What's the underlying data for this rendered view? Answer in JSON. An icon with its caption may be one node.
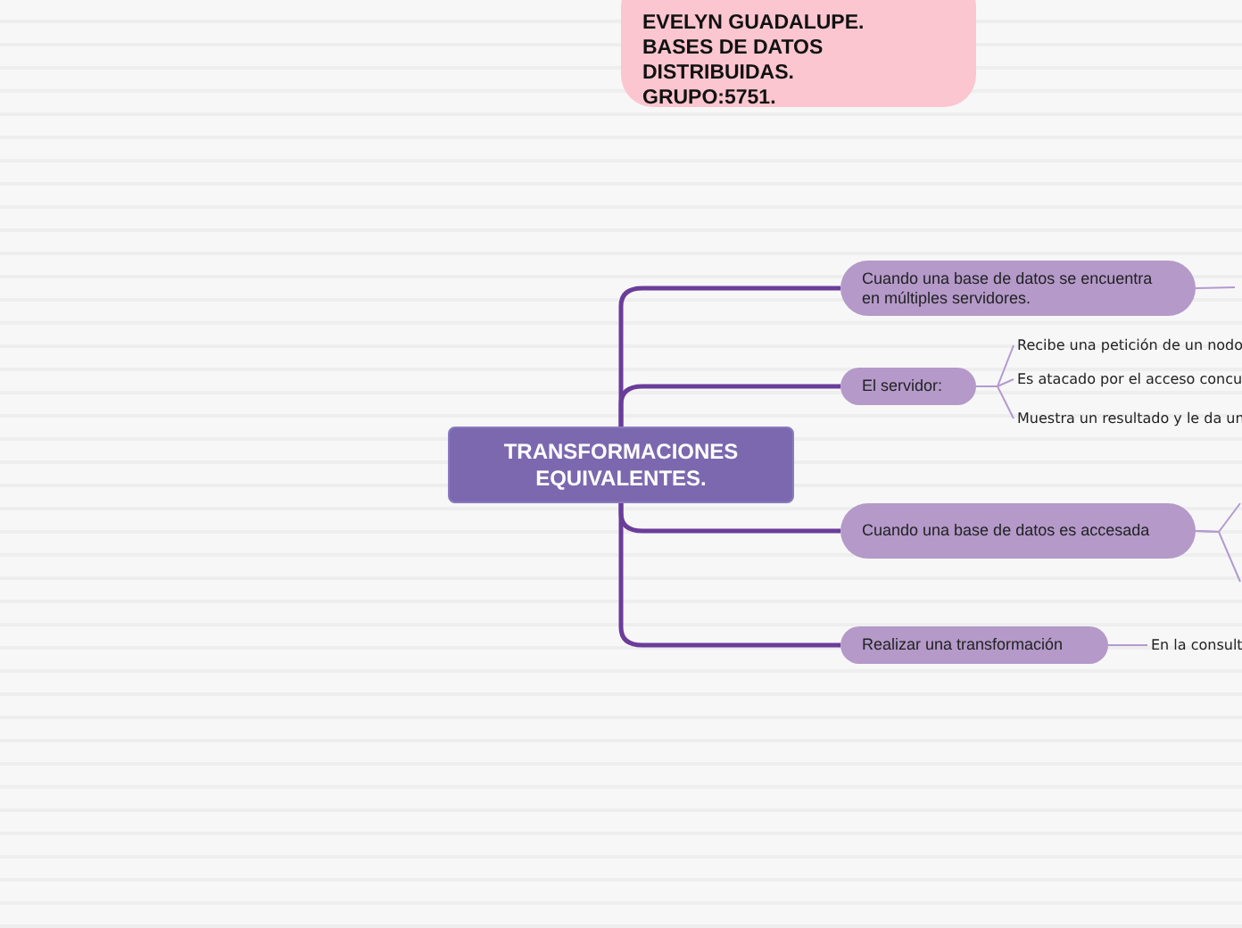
{
  "diagram": {
    "nodes": [
      {
        "text": [
          "EVELYN GUADALUPE. BASES DE DATOS DISTRIBUIDAS. GRUPO:5751."
        ]
      },
      {
        "text": [
          "TRANSFORMACIONES EQUIVALENTES."
        ]
      },
      {
        "text": [
          "Cuando una base de datos se encuentra en múltiples servidores."
        ]
      },
      {
        "text": [
          "El servidor:"
        ]
      },
      {
        "text": [
          "Cuando una base de datos es accesada"
        ]
      },
      {
        "text": [
          "Realizar una transformación"
        ]
      },
      {
        "text": [
          "Recibe una petición de un nodo"
        ]
      },
      {
        "text": [
          "Es atacado por el acceso concu"
        ]
      },
      {
        "text": [
          "Muestra un resultado y le da un"
        ]
      },
      {
        "text": [
          "En la consult"
        ]
      }
    ],
    "edges": [
      {
        "from": 1,
        "to": 2,
        "arrow": "none",
        "style": "thick",
        "color": "#6a3d9a"
      },
      {
        "from": 1,
        "to": 3,
        "arrow": "none",
        "style": "thick",
        "color": "#6a3d9a"
      },
      {
        "from": 1,
        "to": 4,
        "arrow": "none",
        "style": "thick",
        "color": "#6a3d9a"
      },
      {
        "from": 1,
        "to": 5,
        "arrow": "none",
        "style": "thick",
        "color": "#6a3d9a"
      },
      {
        "from": 3,
        "to": 6,
        "arrow": "none"
      },
      {
        "from": 3,
        "to": 7,
        "arrow": "none"
      },
      {
        "from": 3,
        "to": 8,
        "arrow": "none"
      },
      {
        "from": 5,
        "to": 9,
        "arrow": "none"
      },
      {
        "from": 2,
        "to": null,
        "arrow": "none"
      },
      {
        "from": 4,
        "to": null,
        "arrow": "none"
      },
      {
        "from": 4,
        "to": null,
        "arrow": "none"
      }
    ]
  }
}
